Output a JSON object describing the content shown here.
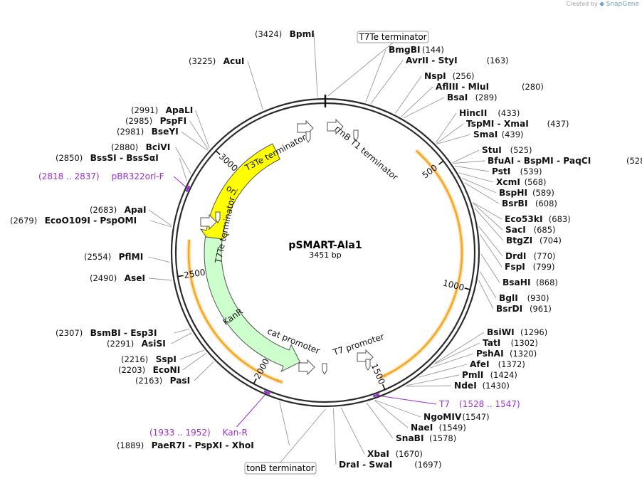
{
  "credit": {
    "prefix": "Created by",
    "brand": "SnapGene"
  },
  "plasmid": {
    "name": "pSMART-Ala1",
    "size_label": "3451 bp",
    "length": 3451
  },
  "ticks": [
    "500",
    "1000",
    "1500",
    "2000",
    "2500",
    "3000"
  ],
  "boxed_features": [
    {
      "label": "T7Te terminator",
      "bp": 9
    },
    {
      "label": "tonB terminator",
      "bp": 1725
    }
  ],
  "inner_features": [
    {
      "label": "ori",
      "kind": "arc",
      "color": "#ffff00",
      "start": 2620,
      "end": 3203,
      "dir": "rev"
    },
    {
      "label": "KanR",
      "kind": "arc",
      "color": "#ccffcc",
      "start": 1850,
      "end": 2660,
      "dir": "rev"
    },
    {
      "label": "rrnB T1 terminator",
      "kind": "small",
      "start": 23,
      "end": 110
    },
    {
      "label": "T3Te terminator",
      "kind": "small",
      "start": 3310,
      "end": 3342
    },
    {
      "label": "T7Te terminator",
      "kind": "small",
      "start": 2630,
      "end": 2658
    },
    {
      "label": "cat promoter",
      "kind": "small",
      "start": 1745,
      "end": 1850
    },
    {
      "label": "T7 promoter",
      "kind": "small",
      "start": 1520,
      "end": 1538
    }
  ],
  "orange_arcs": [
    {
      "start": 400,
      "end": 1500
    },
    {
      "start": 1900,
      "end": 2640
    }
  ],
  "enzymes": [
    {
      "name": "BpmI",
      "pos": "(3424)"
    },
    {
      "name": "AcuI",
      "pos": "(3225)"
    },
    {
      "name": "ApaLI",
      "pos": "(2991)"
    },
    {
      "name": "PspFI",
      "pos": "(2985)"
    },
    {
      "name": "BseYI",
      "pos": "(2981)"
    },
    {
      "name": "BciVI",
      "pos": "(2880)"
    },
    {
      "name": "BssSI  -  BssSαI",
      "pos": "(2850)"
    },
    {
      "name": "ApaI",
      "pos": "(2683)"
    },
    {
      "name": "EcoO109I  -  PspOMI",
      "pos": "(2679)"
    },
    {
      "name": "PflMI",
      "pos": "(2554)"
    },
    {
      "name": "AseI",
      "pos": "(2490)"
    },
    {
      "name": "BsmBI  -  Esp3I",
      "pos": "(2307)"
    },
    {
      "name": "AsiSI",
      "pos": "(2291)"
    },
    {
      "name": "SspI",
      "pos": "(2216)"
    },
    {
      "name": "EcoNI",
      "pos": "(2203)"
    },
    {
      "name": "PasI",
      "pos": "(2163)"
    },
    {
      "name": "PaeR7I  -  PspXI  -  XhoI",
      "pos": "(1889)"
    },
    {
      "name": "BmgBI",
      "pos": "(144)"
    },
    {
      "name": "AvrII  -  StyI",
      "pos": "(163)"
    },
    {
      "name": "NspI",
      "pos": "(256)"
    },
    {
      "name": "AflIII  -  MluI",
      "pos": "(280)"
    },
    {
      "name": "BsaI",
      "pos": "(289)"
    },
    {
      "name": "HincII",
      "pos": "(433)"
    },
    {
      "name": "TspMI  -  XmaI",
      "pos": "(437)"
    },
    {
      "name": "SmaI",
      "pos": "(439)"
    },
    {
      "name": "StuI",
      "pos": "(525)"
    },
    {
      "name": "BfuAI  -  BspMI  -  PaqCI",
      "pos": "(528)"
    },
    {
      "name": "PstI",
      "pos": "(539)"
    },
    {
      "name": "XcmI",
      "pos": "(568)"
    },
    {
      "name": "BspHI",
      "pos": "(589)"
    },
    {
      "name": "BsrBI",
      "pos": "(608)"
    },
    {
      "name": "Eco53kI",
      "pos": "(683)"
    },
    {
      "name": "SacI",
      "pos": "(685)"
    },
    {
      "name": "BtgZI",
      "pos": "(704)"
    },
    {
      "name": "DrdI",
      "pos": "(770)"
    },
    {
      "name": "FspI",
      "pos": "(799)"
    },
    {
      "name": "BsaHI",
      "pos": "(868)"
    },
    {
      "name": "BglI",
      "pos": "(930)"
    },
    {
      "name": "BsrDI",
      "pos": "(961)"
    },
    {
      "name": "BsiWI",
      "pos": "(1296)"
    },
    {
      "name": "TatI",
      "pos": "(1302)"
    },
    {
      "name": "PshAI",
      "pos": "(1320)"
    },
    {
      "name": "AfeI",
      "pos": "(1372)"
    },
    {
      "name": "PmlI",
      "pos": "(1424)"
    },
    {
      "name": "NdeI",
      "pos": "(1430)"
    },
    {
      "name": "NgoMIV",
      "pos": "(1547)"
    },
    {
      "name": "NaeI",
      "pos": "(1549)"
    },
    {
      "name": "SnaBI",
      "pos": "(1578)"
    },
    {
      "name": "XbaI",
      "pos": "(1670)"
    },
    {
      "name": "DraI  -  SwaI",
      "pos": "(1697)"
    }
  ],
  "primers": [
    {
      "name": "pBR322ori-F",
      "range": "(2818 .. 2837)"
    },
    {
      "name": "T7",
      "range": "(1528 .. 1547)"
    },
    {
      "name": "Kan-R",
      "range": "(1933 .. 1952)"
    }
  ],
  "colors": {
    "primer": "#9a2fd3",
    "orange_arc": "#f5a623",
    "ring": "#2b2b2b"
  }
}
